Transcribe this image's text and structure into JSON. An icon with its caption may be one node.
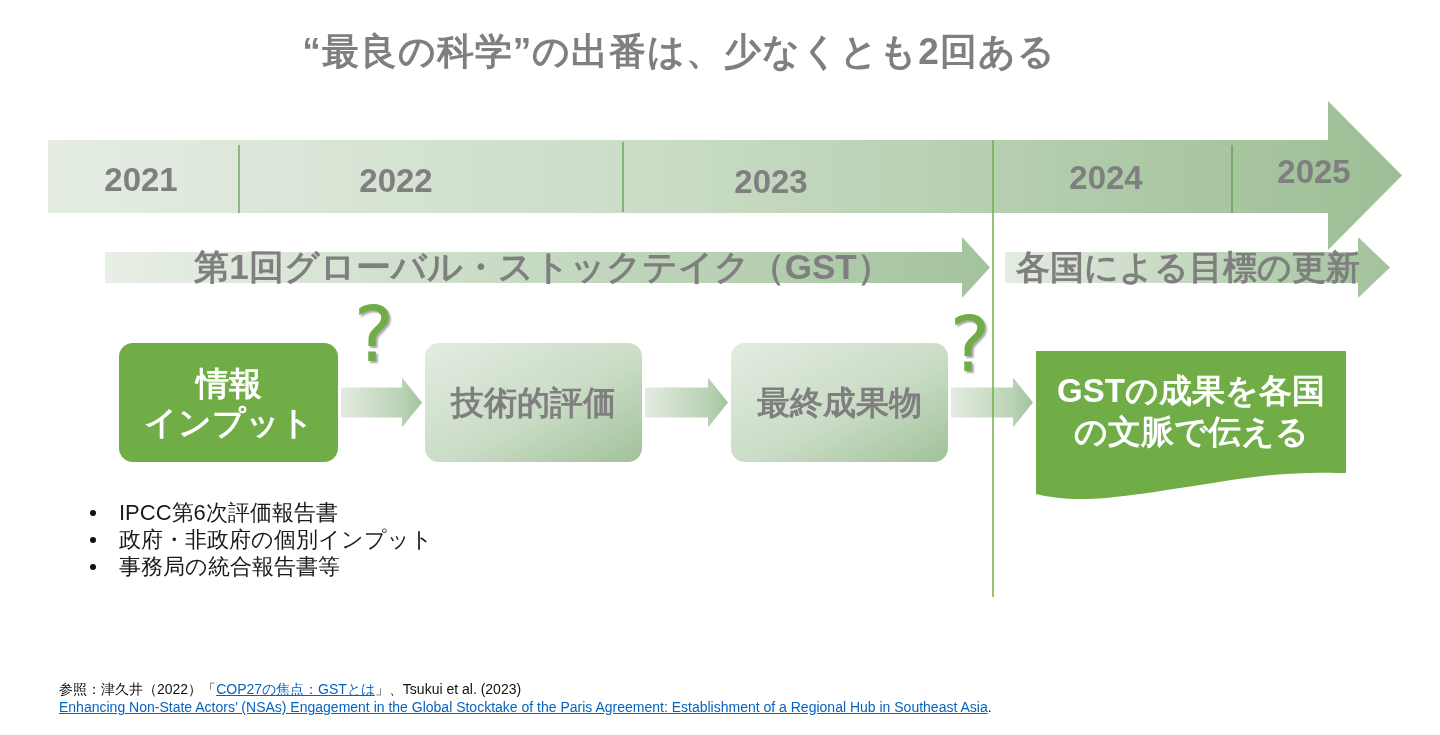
{
  "diagram": {
    "title": "“最良の科学”の出番は、少なくとも2回ある",
    "nodes": [
      {
        "text": [
          "2021",
          "2022",
          "2023",
          "2024",
          "2025"
        ]
      },
      {
        "text": [
          "第1回グローバル・ストックテイク（GST）"
        ]
      },
      {
        "text": [
          "各国による目標の更新"
        ]
      },
      {
        "text": [
          "情報インプット"
        ]
      },
      {
        "text": [
          "技術的評価"
        ]
      },
      {
        "text": [
          "最終成果物"
        ]
      },
      {
        "text": [
          "GSTの成果を各国の文脈で伝える"
        ]
      }
    ],
    "edges": [
      {
        "from": 3,
        "to": 4,
        "arrow": "to"
      },
      {
        "from": 4,
        "to": 5,
        "arrow": "to"
      },
      {
        "from": 5,
        "to": 6,
        "arrow": "to"
      }
    ],
    "labels": [
      "?",
      "?",
      "IPCC第6次評価報告書",
      "政府・非政府の個別インプット",
      "事務局の統合報告書等",
      "参照：津久井（2022）「",
      "COP27の焦点：GSTとは",
      "」、Tsukui et al. (2023)",
      "Enhancing Non-State Actors’ (NSAs) Engagement in the Global Stocktake of the Paris Agreement: Establishment of a Regional Hub in Southeast Asia",
      "."
    ]
  }
}
